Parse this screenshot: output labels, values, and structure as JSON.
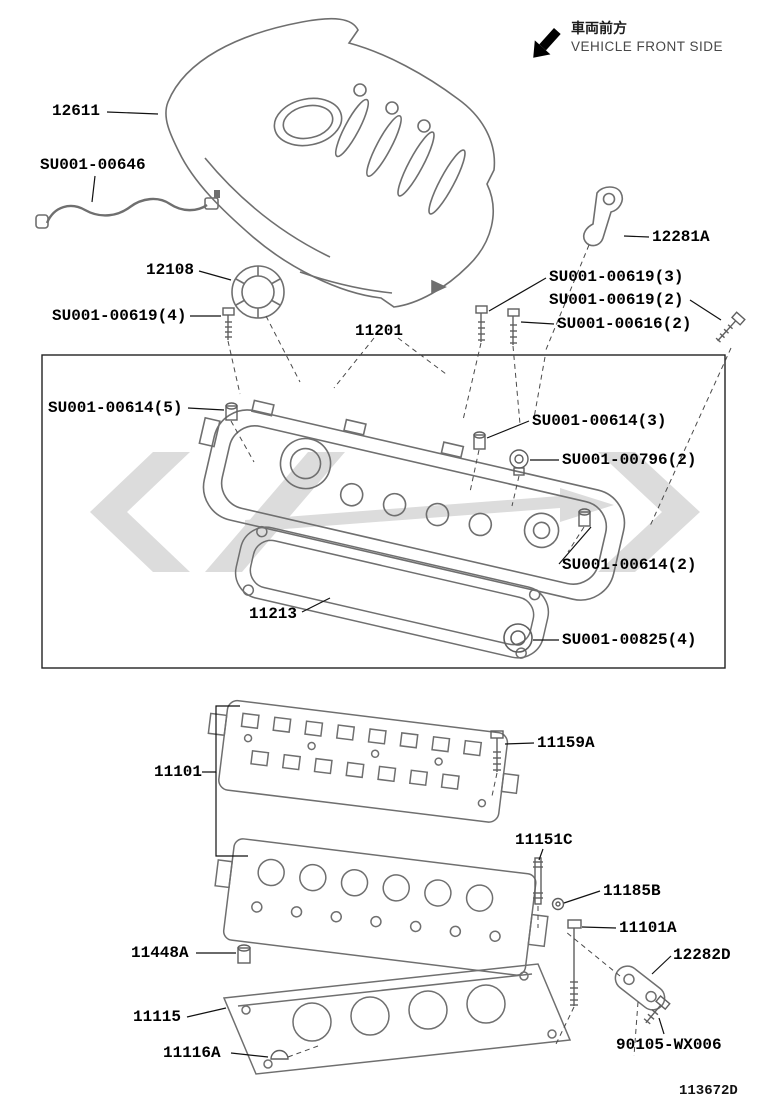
{
  "header": {
    "vehicle_front_jp": "車両前方",
    "vehicle_front_en": "VEHICLE FRONT SIDE"
  },
  "meta": {
    "diagram_code": "113672D"
  },
  "parts": {
    "engine_cover": "12611",
    "ventilation_hose": "SU001-00646",
    "oil_filler_cap": "12108",
    "bolt_su001_00619_4": "SU001-00619(4)",
    "cylinder_head_cover": "11201",
    "bolt_su001_00619_3": "SU001-00619(3)",
    "bolt_su001_00619_2": "SU001-00619(2)",
    "bolt_su001_00616_2": "SU001-00616(2)",
    "bracket_12281a": "12281A",
    "seal_su001_00614_5": "SU001-00614(5)",
    "seal_su001_00614_3": "SU001-00614(3)",
    "grommet_su001_00796_2": "SU001-00796(2)",
    "seal_su001_00614_2": "SU001-00614(2)",
    "cover_gasket": "11213",
    "seal_su001_00825_4": "SU001-00825(4)",
    "bolt_11159a": "11159A",
    "cylinder_head": "11101",
    "stud_11151c": "11151C",
    "pin_11185b": "11185B",
    "head_bolt_11101a": "11101A",
    "plug_11448a": "11448A",
    "bracket_12282d": "12282D",
    "head_gasket": "11115",
    "plug_11116a": "11116A",
    "bolt_90105_wx006": "90105-WX006"
  }
}
